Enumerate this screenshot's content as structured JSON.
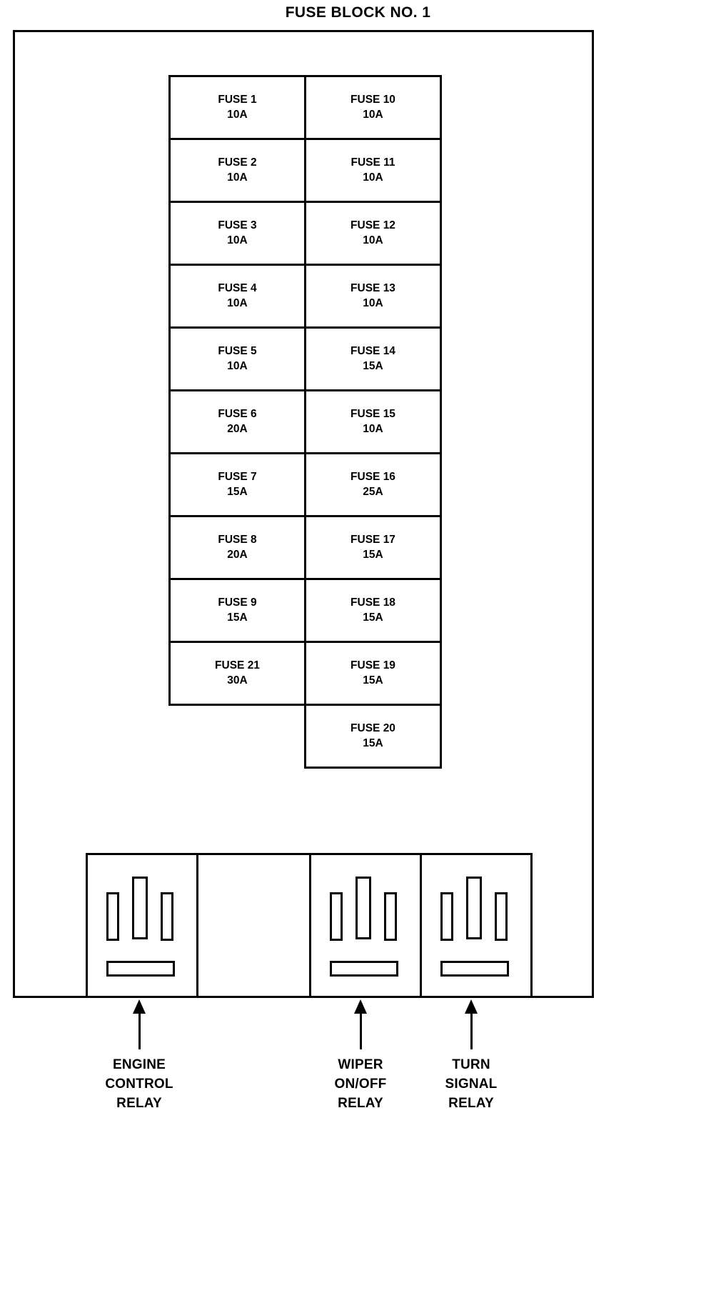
{
  "title": "FUSE BLOCK NO. 1",
  "colors": {
    "stroke": "#000000",
    "background": "#ffffff"
  },
  "fuse_grid": {
    "left_column": [
      {
        "name": "FUSE 1",
        "rating": "10A"
      },
      {
        "name": "FUSE 2",
        "rating": "10A"
      },
      {
        "name": "FUSE 3",
        "rating": "10A"
      },
      {
        "name": "FUSE 4",
        "rating": "10A"
      },
      {
        "name": "FUSE 5",
        "rating": "10A"
      },
      {
        "name": "FUSE 6",
        "rating": "20A"
      },
      {
        "name": "FUSE 7",
        "rating": "15A"
      },
      {
        "name": "FUSE 8",
        "rating": "20A"
      },
      {
        "name": "FUSE 9",
        "rating": "15A"
      },
      {
        "name": "FUSE 21",
        "rating": "30A"
      }
    ],
    "right_column": [
      {
        "name": "FUSE 10",
        "rating": "10A"
      },
      {
        "name": "FUSE 11",
        "rating": "10A"
      },
      {
        "name": "FUSE 12",
        "rating": "10A"
      },
      {
        "name": "FUSE 13",
        "rating": "10A"
      },
      {
        "name": "FUSE 14",
        "rating": "15A"
      },
      {
        "name": "FUSE 15",
        "rating": "10A"
      },
      {
        "name": "FUSE 16",
        "rating": "25A"
      },
      {
        "name": "FUSE 17",
        "rating": "15A"
      },
      {
        "name": "FUSE 18",
        "rating": "15A"
      },
      {
        "name": "FUSE 19",
        "rating": "15A"
      },
      {
        "name": "FUSE 20",
        "rating": "15A"
      }
    ]
  },
  "relays": [
    {
      "id": "engine-control-relay",
      "label": "ENGINE\nCONTROL\nRELAY",
      "lines": [
        "ENGINE",
        "CONTROL",
        "RELAY"
      ]
    },
    {
      "id": "wiper-on-off-relay",
      "label": "WIPER\nON/OFF\nRELAY",
      "lines": [
        "WIPER",
        "ON/OFF",
        "RELAY"
      ]
    },
    {
      "id": "turn-signal-relay",
      "label": "TURN\nSIGNAL\nRELAY",
      "lines": [
        "TURN",
        "SIGNAL",
        "RELAY"
      ]
    }
  ]
}
